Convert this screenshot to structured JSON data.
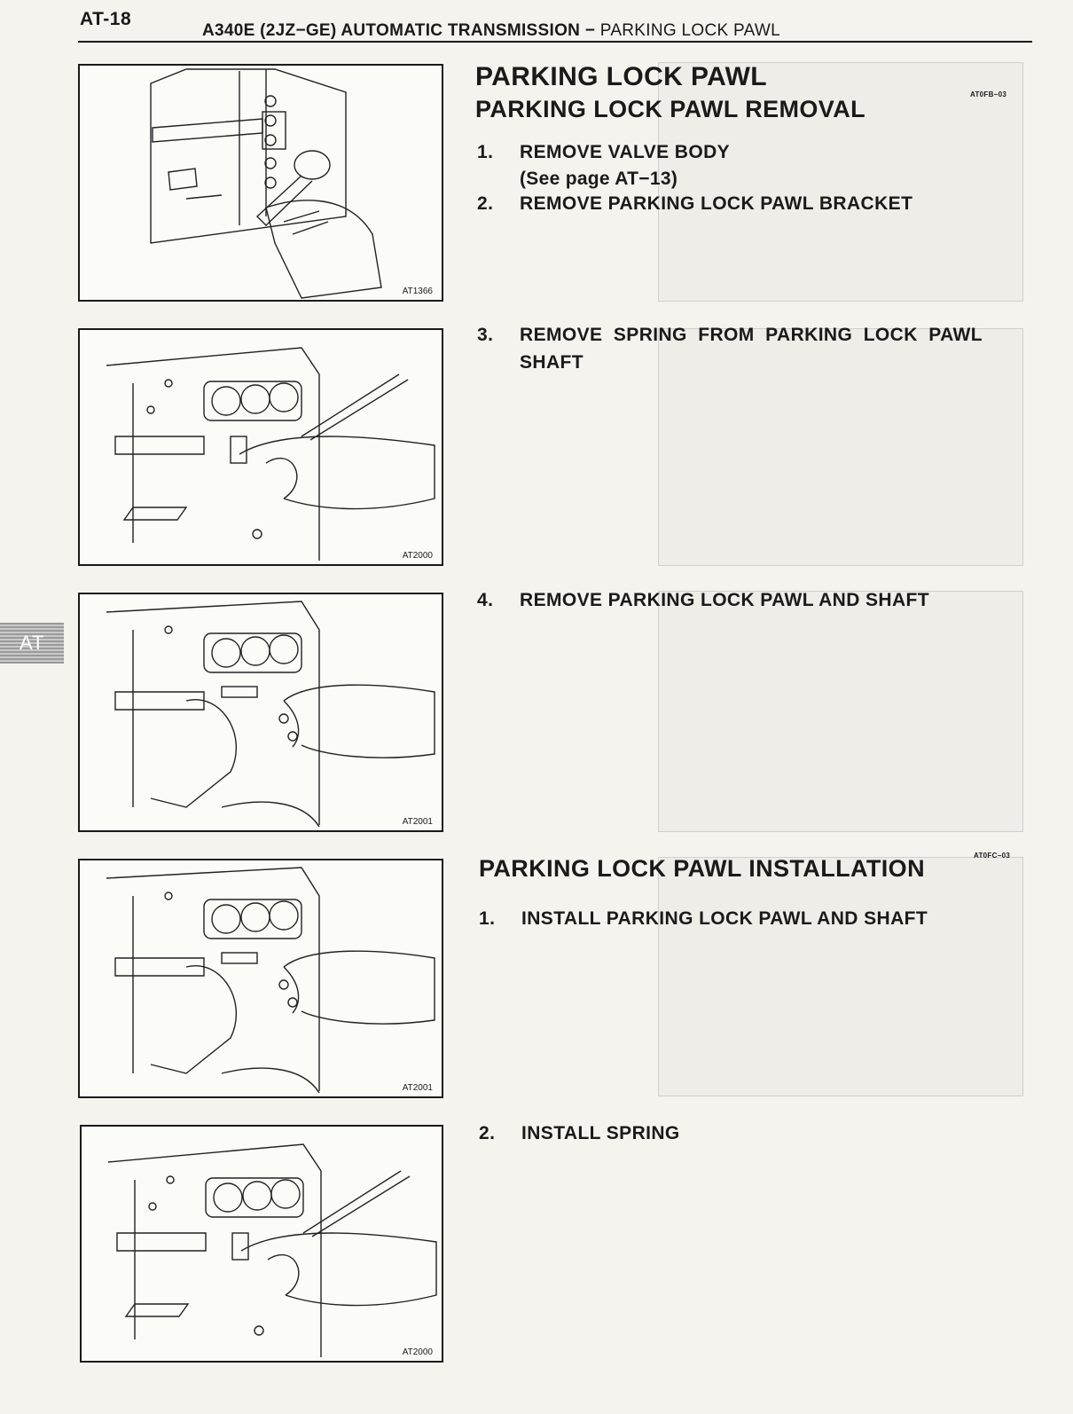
{
  "header": {
    "page_number": "AT-18",
    "title": "A340E (2JZ−GE) AUTOMATIC TRANSMISSION −",
    "title_light": "PARKING LOCK PAWL"
  },
  "side_tab": {
    "label": "AT"
  },
  "sections": {
    "main_title": "PARKING LOCK PAWL",
    "removal_title": "PARKING LOCK PAWL REMOVAL",
    "installation_title": "PARKING LOCK PAWL INSTALLATION"
  },
  "steps": {
    "s1_num": "1.",
    "s1_text": "REMOVE VALVE BODY",
    "s1_note": "(See page AT−13)",
    "s2_num": "2.",
    "s2_text": "REMOVE PARKING LOCK PAWL BRACKET",
    "s3_num": "3.",
    "s3_text_line1": "REMOVE  SPRING  FROM  PARKING  LOCK  PAWL",
    "s3_text_line2": "SHAFT",
    "s4_num": "4.",
    "s4_text": "REMOVE PARKING LOCK PAWL AND SHAFT",
    "i1_num": "1.",
    "i1_text": "INSTALL PARKING LOCK PAWL AND SHAFT",
    "i2_num": "2.",
    "i2_text": "INSTALL SPRING"
  },
  "figures": [
    {
      "code": "AT1366"
    },
    {
      "code": "AT2000"
    },
    {
      "code": "AT2001"
    },
    {
      "code": "AT2001"
    },
    {
      "code": "AT2000"
    }
  ],
  "bleed_codes": {
    "top": "AT0FB−03",
    "mid": "AT0FC−03"
  }
}
